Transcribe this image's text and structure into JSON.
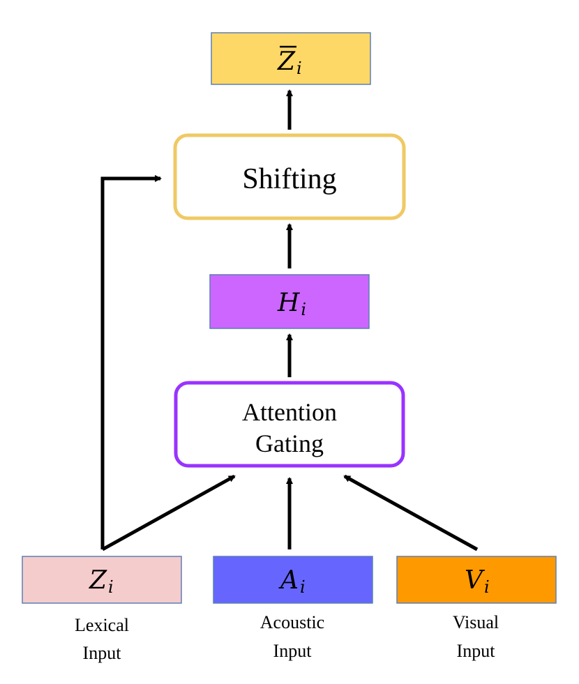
{
  "nodes": {
    "output": {
      "symbol": "Z",
      "subscript": "i",
      "fill": "#FDD866",
      "stroke": "#5B7FB5"
    },
    "shifting": {
      "label": "Shifting",
      "stroke": "#F0C965"
    },
    "hidden": {
      "symbol": "H",
      "subscript": "i",
      "fill": "#CC66FF",
      "stroke": "#5B7FB5"
    },
    "attention": {
      "line1": "Attention",
      "line2": "Gating",
      "stroke": "#9933FF"
    },
    "lexical": {
      "symbol": "Z",
      "subscript": "i",
      "fill": "#F5CCCC",
      "stroke": "#5B7FB5",
      "caption1": "Lexical",
      "caption2": "Input"
    },
    "acoustic": {
      "symbol": "A",
      "subscript": "i",
      "fill": "#6666FF",
      "stroke": "#5B7FB5",
      "caption1": "Acoustic",
      "caption2": "Input"
    },
    "visual": {
      "symbol": "V",
      "subscript": "i",
      "fill": "#FF9900",
      "stroke": "#5B7FB5",
      "caption1": "Visual",
      "caption2": "Input"
    }
  },
  "colors": {
    "arrow": "#000000",
    "text": "#000000"
  }
}
